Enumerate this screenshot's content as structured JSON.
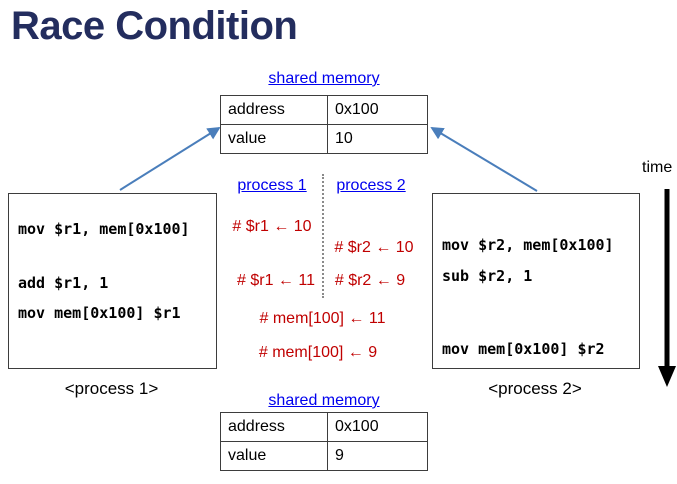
{
  "title": "Race Condition",
  "colors": {
    "title_navy": "#232D5E",
    "label_blue": "#0000EE",
    "event_red": "#C00000",
    "connector_blue": "#4A7EBB",
    "border_dark": "#3D3D3D"
  },
  "top_memory": {
    "label": "shared memory",
    "rows": [
      {
        "key": "address",
        "value": "0x100"
      },
      {
        "key": "value",
        "value": "10"
      }
    ]
  },
  "process1": {
    "code": [
      "mov $r1, mem[0x100]",
      "add $r1, 1",
      "mov mem[0x100] $r1"
    ],
    "caption": "<process 1>"
  },
  "process2": {
    "code": [
      "mov $r2, mem[0x100]",
      "sub $r2, 1",
      "mov mem[0x100] $r2"
    ],
    "caption": "<process 2>"
  },
  "interleaving": {
    "header1": "process 1",
    "header2": "process 2",
    "events": [
      "# $r1 ← 10",
      "# $r2 ← 10",
      "# $r1 ← 11",
      "# $r2 ← 9",
      "# mem[100] ← 11",
      "# mem[100] ← 9"
    ]
  },
  "bottom_memory": {
    "label": "shared memory",
    "rows": [
      {
        "key": "address",
        "value": "0x100"
      },
      {
        "key": "value",
        "value": "9"
      }
    ]
  },
  "time_label": "time"
}
